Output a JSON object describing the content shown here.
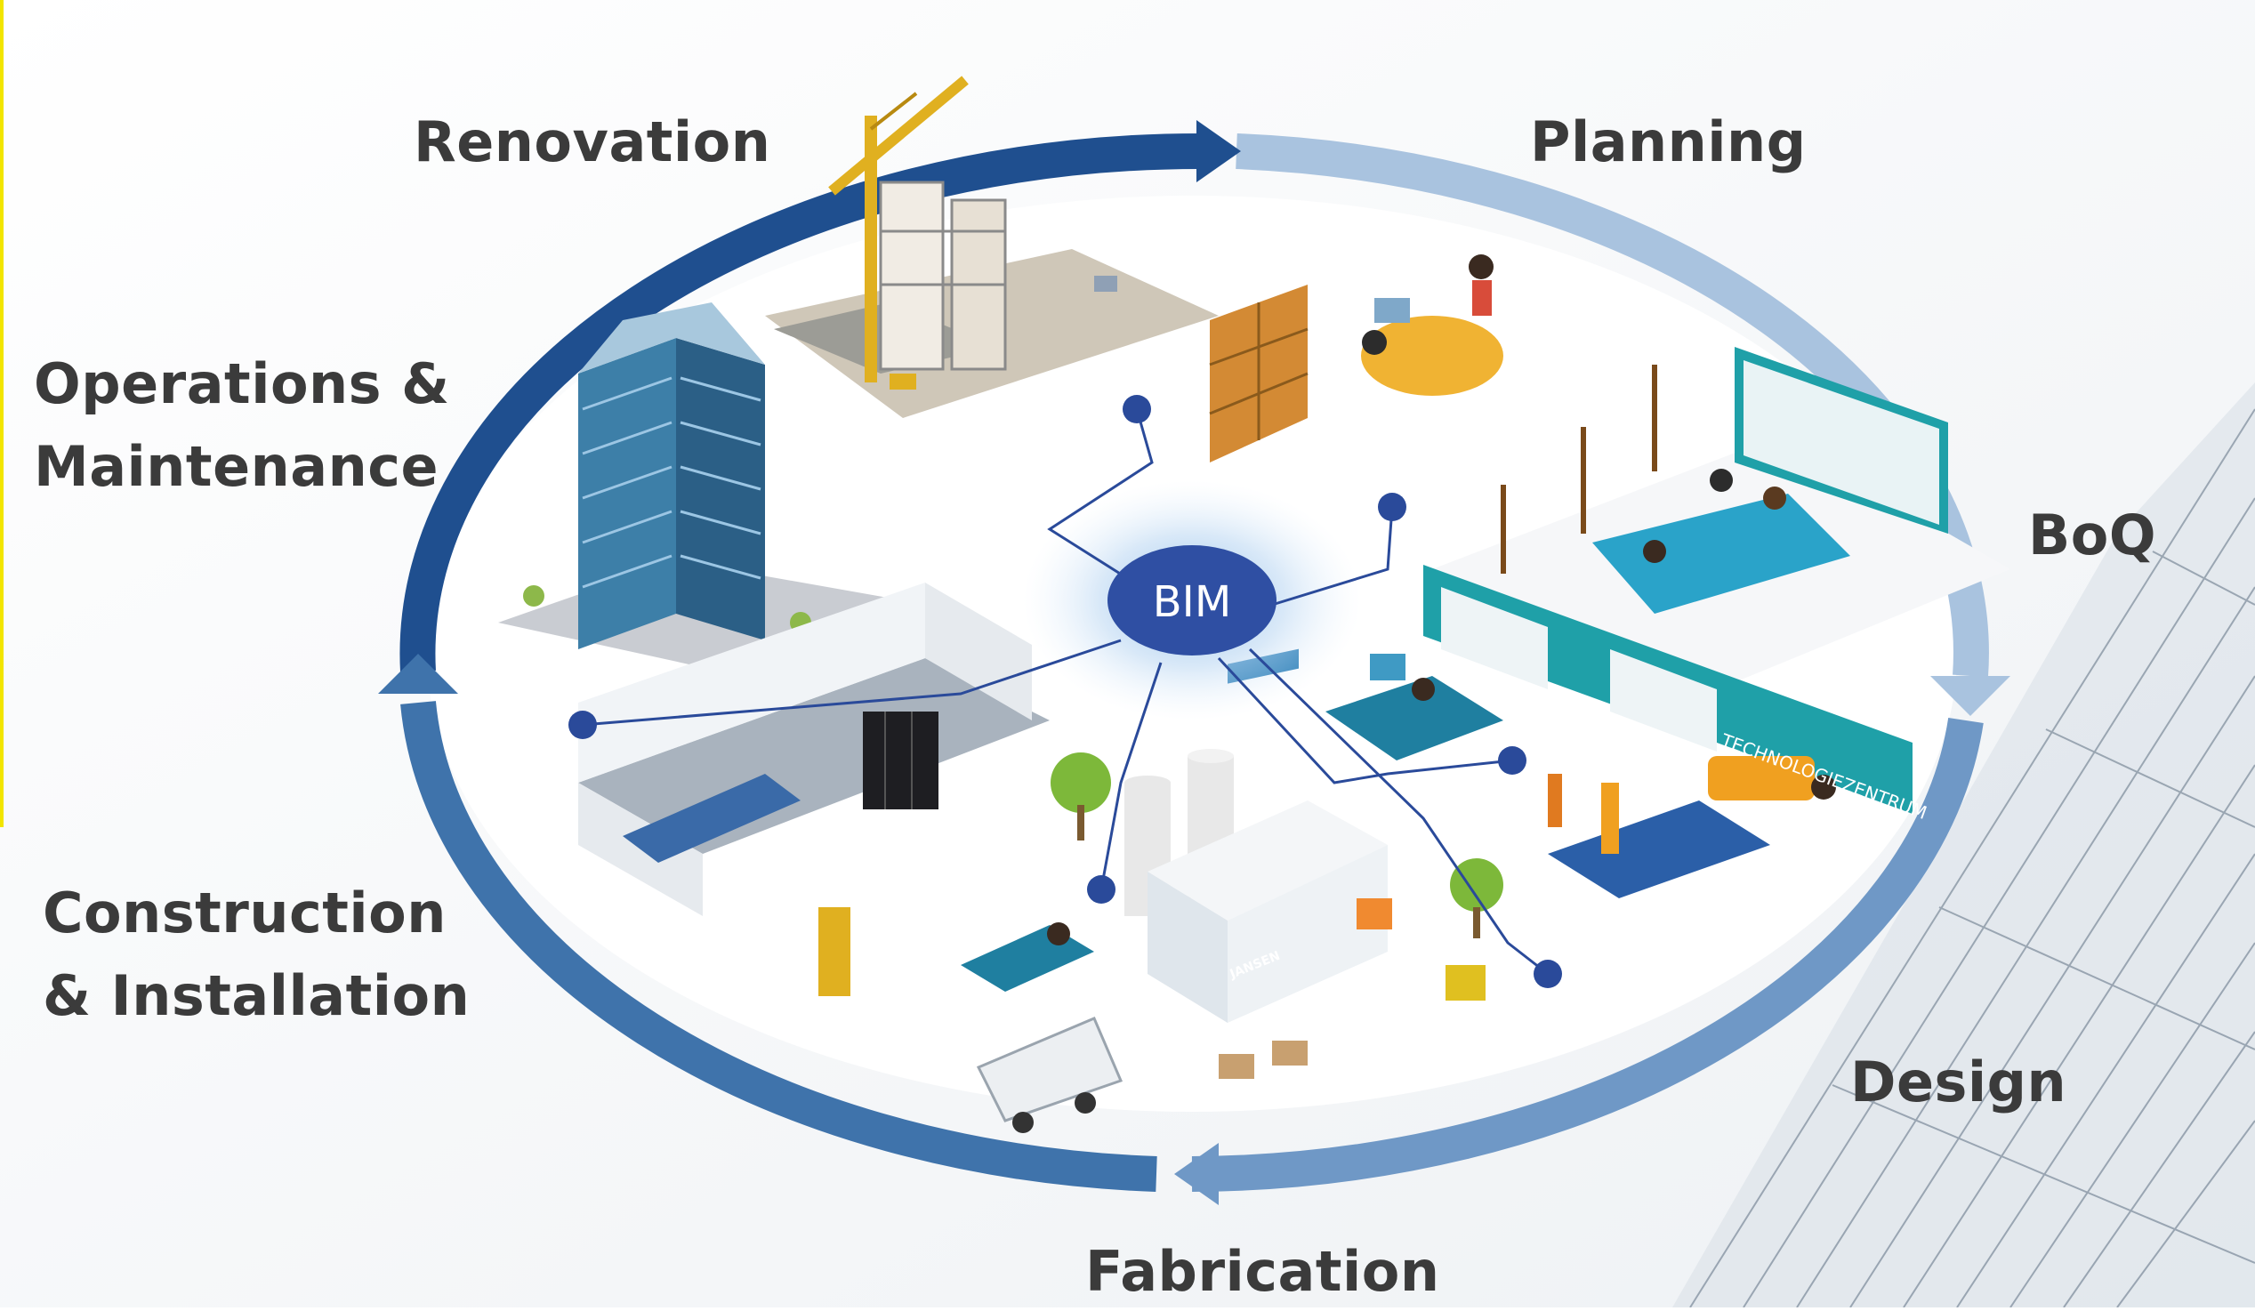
{
  "center": {
    "label": "BIM"
  },
  "stages": [
    {
      "id": "renovation",
      "label": "Renovation"
    },
    {
      "id": "planning",
      "label": "Planning"
    },
    {
      "id": "boq",
      "label": "BoQ"
    },
    {
      "id": "design",
      "label": "Design"
    },
    {
      "id": "fabrication",
      "label": "Fabrication"
    },
    {
      "id": "construction",
      "label": "Construction\n& Installation"
    },
    {
      "id": "operations",
      "label": "Operations &\nMaintenance"
    }
  ],
  "illustration_text": {
    "factory_sign": "JANSEN",
    "banner": "TECHNOLOGIEZENTRUM"
  },
  "colors": {
    "cycle_dark": "#1f4f8f",
    "cycle_mid": "#3f73ab",
    "cycle_light": "#a9c3df",
    "bim_hub": "#2f4fa3",
    "node": "#2a4a9a",
    "label_text": "#3b3b3b",
    "accent_yellow": "#f2e500"
  }
}
